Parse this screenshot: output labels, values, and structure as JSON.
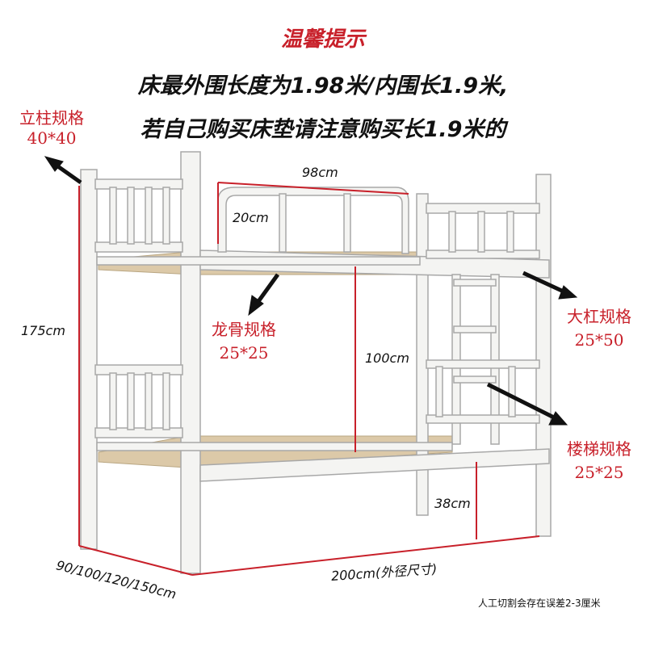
{
  "tip": {
    "title": "温馨提示",
    "line1": "床最外围长度为1.98米/内围长1.9米,",
    "line2": "若自己购买床垫请注意购买长1.9米的"
  },
  "specs": {
    "column": {
      "name": "立柱规格",
      "size": "40*40"
    },
    "keel": {
      "name": "龙骨规格",
      "size": "25*25"
    },
    "beam": {
      "name": "大杠规格",
      "size": "25*50"
    },
    "ladder": {
      "name": "楼梯规格",
      "size": "25*25"
    }
  },
  "dimensions": {
    "guardrail_length": "98cm",
    "guardrail_height": "20cm",
    "total_height": "175cm",
    "tier_gap": "100cm",
    "bottom_clearance": "38cm",
    "length": "200cm(外径尺寸)",
    "widths": "90/100/120/150cm"
  },
  "note": "人工切割会存在误差2-3厘米",
  "colors": {
    "frame": "#f2f2f0",
    "frame_edge": "#b8b8b8",
    "dimension_line": "#c8202a",
    "board": "#d9c7a6",
    "spec_text": "#c8202a"
  }
}
